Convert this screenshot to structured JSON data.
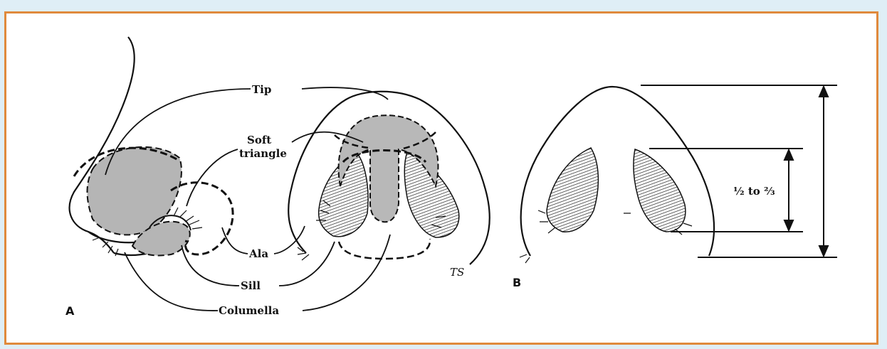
{
  "labels": {
    "tip": "Tip",
    "soft_triangle_1": "Soft",
    "soft_triangle_2": "triangle",
    "ala": "Ala",
    "sill": "Sill",
    "columella": "Columella",
    "ratio": "½ to ⅔",
    "panel_a": "A",
    "panel_b": "B",
    "signature": "TS"
  },
  "colors": {
    "border": "#e08a3c",
    "background": "#dfeef6",
    "shade": "#b8b8b8",
    "ink": "#111111"
  }
}
